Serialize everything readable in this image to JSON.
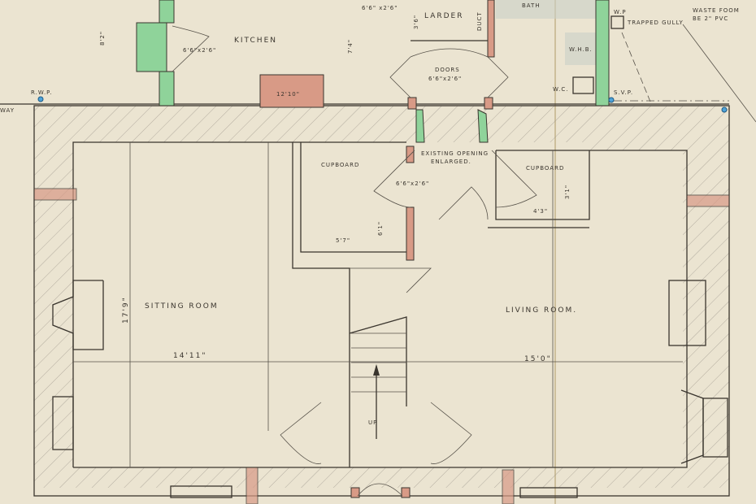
{
  "plan": {
    "kitchen": {
      "label": "KITCHEN",
      "door": "6'6\"x2'6\"",
      "dim_height": "7'4\"",
      "dim_left": "8'2\""
    },
    "top_door": "6'6\" x2'6\"",
    "larder": {
      "label": "LARDER",
      "dim": "3'6\""
    },
    "duct": "DUCT",
    "bath": "BATH",
    "whb": "W.H.B.",
    "wc": "W.C.",
    "wp": "W.P",
    "gully": "TRAPPED GULLY",
    "waste_note_1": "WASTE FOOM",
    "waste_note_2": "BE 2\" PVC",
    "rwp": "R.W.P.",
    "svp": "S.V.P.",
    "way": "WAY",
    "chimney_dim": "12'10\"",
    "doors": {
      "label": "DOORS",
      "size": "6'6\"x2'6\""
    },
    "opening": {
      "line1": "EXISTING OPENING",
      "line2": "ENLARGED."
    },
    "hall_door": "6'6\"x2'6\"",
    "cupboard_left": "CUPBOARD",
    "cupboard_right": "CUPBOARD",
    "dim_5_7": "5'7\"",
    "dim_6_1": "6'1\"",
    "dim_4_3": "4'3\"",
    "dim_3_1": "3'1\"",
    "sitting_room": {
      "label": "SITTING ROOM",
      "depth": "17'9\"",
      "width": "14'11\""
    },
    "living_room": {
      "label": "LIVING ROOM.",
      "width": "15'0\""
    },
    "stairs": "UP"
  }
}
